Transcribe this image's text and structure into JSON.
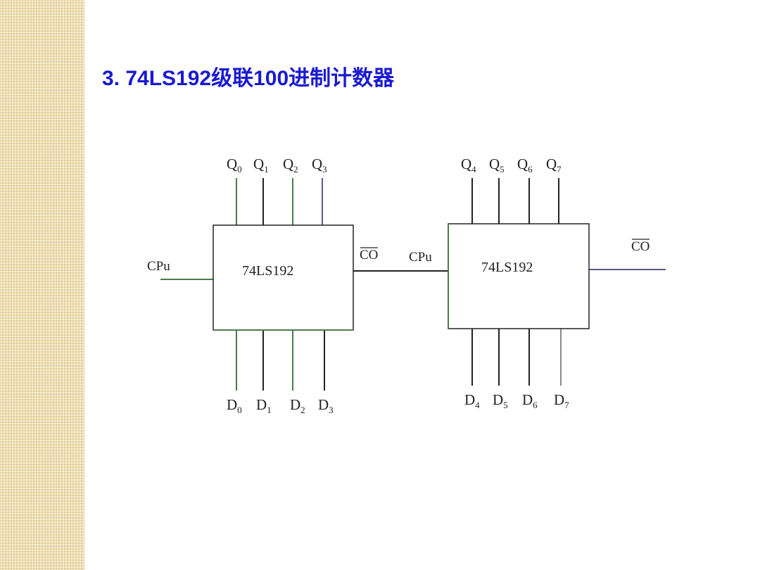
{
  "title": "3. 74LS192级联100进制计数器",
  "diagram": {
    "chips": [
      {
        "name": "74LS192",
        "input_label": "CPu",
        "carry_label": "CO",
        "outputs": [
          {
            "letter": "Q",
            "sub": "0"
          },
          {
            "letter": "Q",
            "sub": "1"
          },
          {
            "letter": "Q",
            "sub": "2"
          },
          {
            "letter": "Q",
            "sub": "3"
          }
        ],
        "inputs": [
          {
            "letter": "D",
            "sub": "0"
          },
          {
            "letter": "D",
            "sub": "1"
          },
          {
            "letter": "D",
            "sub": "2"
          },
          {
            "letter": "D",
            "sub": "3"
          }
        ]
      },
      {
        "name": "74LS192",
        "input_label": "CPu",
        "carry_label": "CO",
        "outputs": [
          {
            "letter": "Q",
            "sub": "4"
          },
          {
            "letter": "Q",
            "sub": "5"
          },
          {
            "letter": "Q",
            "sub": "6"
          },
          {
            "letter": "Q",
            "sub": "7"
          }
        ],
        "inputs": [
          {
            "letter": "D",
            "sub": "4"
          },
          {
            "letter": "D",
            "sub": "5"
          },
          {
            "letter": "D",
            "sub": "6"
          },
          {
            "letter": "D",
            "sub": "7"
          }
        ]
      }
    ]
  },
  "colors": {
    "title": "#1a1ad0",
    "side_band": "#efdfb4",
    "wire_dark": "#222222",
    "wire_green": "#5a8a5a",
    "wire_blue": "#4a4a8a"
  }
}
